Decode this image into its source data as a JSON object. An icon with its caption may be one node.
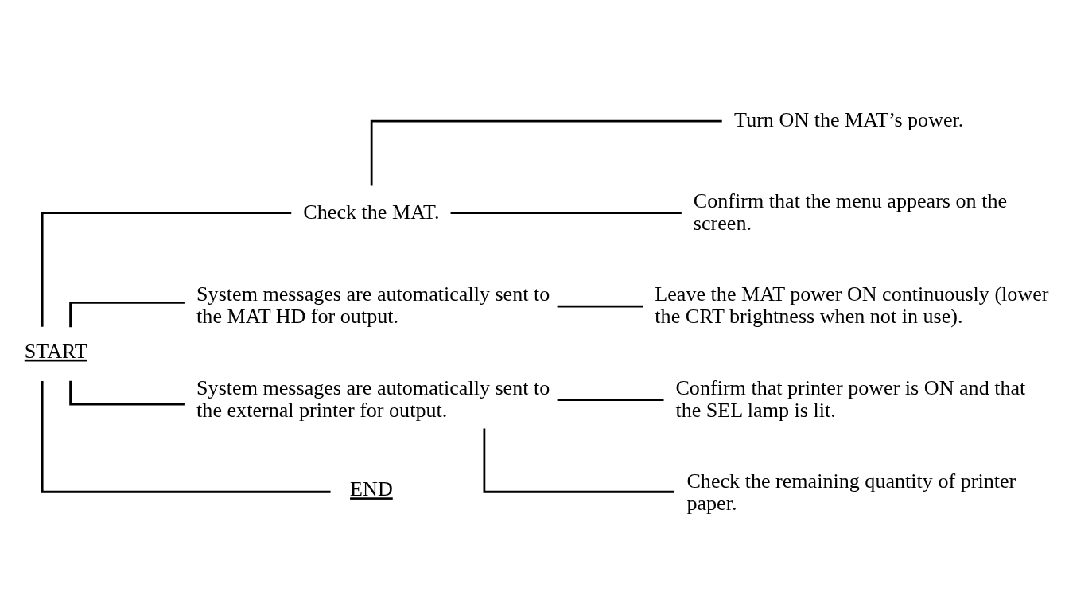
{
  "diagram": {
    "nodes": [
      {
        "text": [
          "START"
        ]
      },
      {
        "text": [
          "Check the MAT."
        ]
      },
      {
        "text": [
          "Turn ON the MAT’s power."
        ]
      },
      {
        "text": [
          "Confirm that the menu appears on the screen."
        ]
      },
      {
        "text": [
          "System messages are automatically sent to the MAT HD for output."
        ]
      },
      {
        "text": [
          "Leave the MAT power ON continuously (lower the CRT brightness when not in use)."
        ]
      },
      {
        "text": [
          "System messages are automatically sent to the external printer for output."
        ]
      },
      {
        "text": [
          "Confirm that printer power is ON and that the SEL lamp is lit."
        ]
      },
      {
        "text": [
          "Check the remaining quantity of printer paper."
        ]
      },
      {
        "text": [
          "END"
        ]
      }
    ],
    "edges": [
      {
        "from": 0,
        "to": 1,
        "arrow": "none"
      },
      {
        "from": 0,
        "to": 4,
        "arrow": "none"
      },
      {
        "from": 0,
        "to": 6,
        "arrow": "none"
      },
      {
        "from": 0,
        "to": 9,
        "arrow": "none"
      },
      {
        "from": 1,
        "to": 2,
        "arrow": "none"
      },
      {
        "from": 1,
        "to": 3,
        "arrow": "none"
      },
      {
        "from": 4,
        "to": 5,
        "arrow": "none"
      },
      {
        "from": 6,
        "to": 7,
        "arrow": "none"
      },
      {
        "from": 6,
        "to": 8,
        "arrow": "none"
      }
    ]
  }
}
